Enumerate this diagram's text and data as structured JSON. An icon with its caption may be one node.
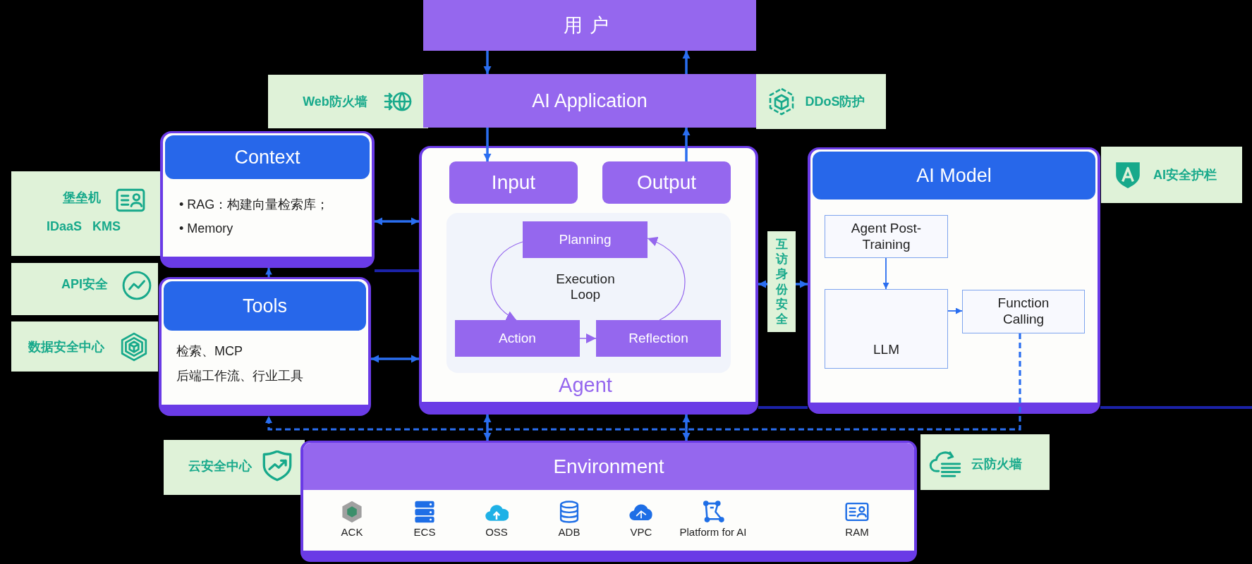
{
  "diagram": {
    "nodes": [
      {
        "text": [
          "用户"
        ]
      },
      {
        "text": [
          "Web防火墙"
        ]
      },
      {
        "text": [
          "AI Application"
        ]
      },
      {
        "text": [
          "DDoS防护"
        ]
      },
      {
        "text": [
          "Context",
          "• RAG：构建向量检索库；",
          "• Memory"
        ]
      },
      {
        "text": [
          "Agent"
        ]
      },
      {
        "text": [
          "Input"
        ],
        "in": 5
      },
      {
        "text": [
          "Output"
        ],
        "in": 5
      },
      {
        "text": [
          "Execution Loop"
        ],
        "in": 5
      },
      {
        "text": [
          "Planning"
        ],
        "in": 8
      },
      {
        "text": [
          "Action"
        ],
        "in": 8
      },
      {
        "text": [
          "Reflection"
        ],
        "in": 8
      },
      {
        "text": [
          "AI Model"
        ]
      },
      {
        "text": [
          "AI安全护栏"
        ]
      },
      {
        "text": [
          "Agent Post-Training"
        ],
        "in": 12
      },
      {
        "text": [
          "LLM"
        ],
        "in": 12
      },
      {
        "text": [
          "Function Calling"
        ],
        "in": 12
      },
      {
        "text": [
          "堡垒机",
          "IDaaS",
          "KMS"
        ]
      },
      {
        "text": [
          "API安全"
        ]
      },
      {
        "text": [
          "Tools",
          "检索、MCP",
          "后端工作流、行业工具"
        ]
      },
      {
        "text": [
          "数据安全中心"
        ]
      },
      {
        "text": [
          "云安全中心"
        ]
      },
      {
        "text": [
          "Environment",
          "ACK",
          "ECS",
          "OSS",
          "ADB",
          "VPC",
          "Platform for AI",
          "RAM"
        ]
      },
      {
        "text": [
          "云防火墙"
        ]
      },
      {
        "text": [
          "互访身份安全"
        ]
      }
    ],
    "edges": [
      {
        "from": 0,
        "to": 2,
        "arrow": "to"
      },
      {
        "from": 2,
        "to": 0,
        "arrow": "to"
      },
      {
        "from": 2,
        "to": 6,
        "arrow": "to"
      },
      {
        "from": 7,
        "to": 2,
        "arrow": "to"
      },
      {
        "from": 5,
        "to": 4,
        "arrow": "both"
      },
      {
        "from": 19,
        "to": 4,
        "arrow": "to"
      },
      {
        "from": 5,
        "to": 19,
        "arrow": "both"
      },
      {
        "from": 24,
        "to": 5,
        "arrow": "to"
      },
      {
        "from": 9,
        "to": 10,
        "arrow": "to",
        "color": "#9567ee"
      },
      {
        "from": 10,
        "to": 11,
        "arrow": "to",
        "color": "#9567ee"
      },
      {
        "from": 11,
        "to": 9,
        "arrow": "to",
        "color": "#9567ee"
      },
      {
        "from": 14,
        "to": 15,
        "arrow": "to"
      },
      {
        "from": 15,
        "to": 16,
        "arrow": "to"
      },
      {
        "from": 16,
        "to": 19,
        "arrow": "to",
        "style": "dashed"
      },
      {
        "from": 5,
        "to": 22,
        "arrow": "both"
      },
      {
        "from": 5,
        "to": 22,
        "arrow": "both"
      },
      {
        "from": 24,
        "to": 12,
        "arrow": "to"
      }
    ]
  }
}
